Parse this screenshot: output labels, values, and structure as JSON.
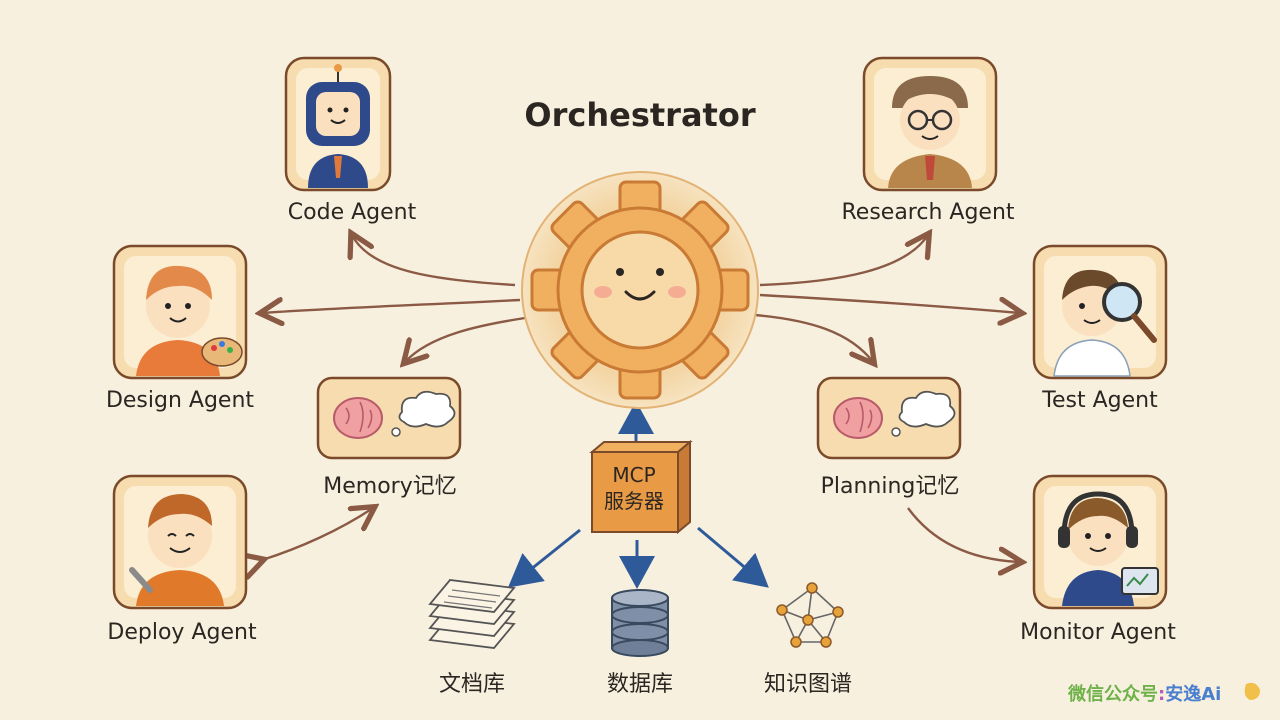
{
  "title": "Orchestrator",
  "hub": {
    "label_line1": "MCP",
    "label_line2": "服务器"
  },
  "agents": [
    {
      "id": "code",
      "label": "Code Agent",
      "icon": "robot-agent-icon"
    },
    {
      "id": "research",
      "label": "Research Agent",
      "icon": "professor-agent-icon"
    },
    {
      "id": "design",
      "label": "Design Agent",
      "icon": "painter-agent-icon"
    },
    {
      "id": "test",
      "label": "Test Agent",
      "icon": "magnifier-agent-icon"
    },
    {
      "id": "deploy",
      "label": "Deploy Agent",
      "icon": "mechanic-agent-icon"
    },
    {
      "id": "monitor",
      "label": "Monitor Agent",
      "icon": "headset-agent-icon"
    }
  ],
  "memory": [
    {
      "id": "memory",
      "label": "Memory记忆",
      "icon": "brain-cloud-icon"
    },
    {
      "id": "planning",
      "label": "Planning记忆",
      "icon": "brain-cloud-icon"
    }
  ],
  "resources": [
    {
      "id": "docs",
      "label": "文档库",
      "icon": "document-stack-icon"
    },
    {
      "id": "db",
      "label": "数据库",
      "icon": "database-icon"
    },
    {
      "id": "kg",
      "label": "知识图谱",
      "icon": "network-graph-icon"
    }
  ],
  "watermark": {
    "part1": "微信公众号",
    "sep": ":",
    "part2": "安逸Ai"
  },
  "colors": {
    "background": "#f8f0df",
    "card": "#f6dcae",
    "card_border": "#7a4a2a",
    "gear": "#f0b060",
    "mcp_box": "#e89a45",
    "brown_arrow": "#8a5a45",
    "blue_arrow": "#2f5a9a"
  }
}
